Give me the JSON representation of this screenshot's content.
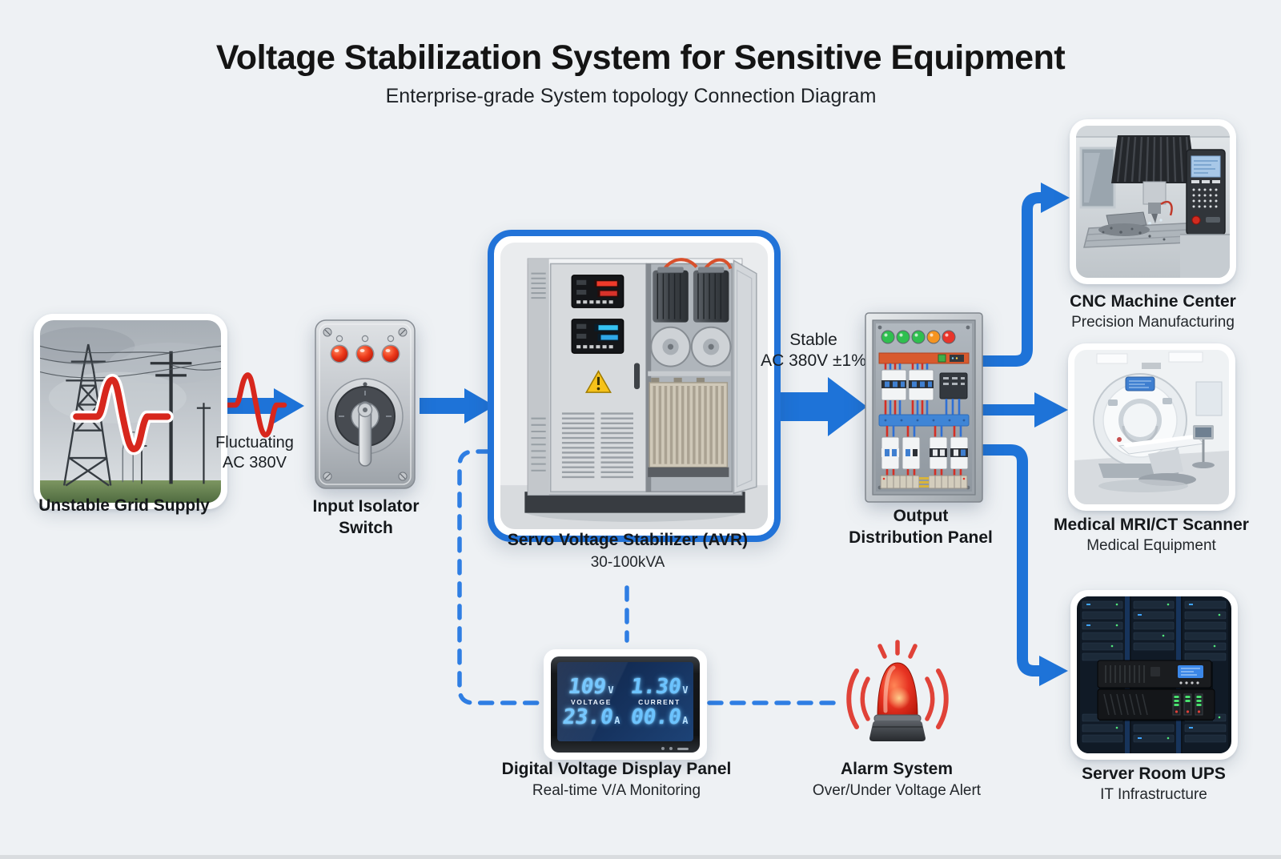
{
  "header": {
    "title": "Voltage Stabilization System for Sensitive Equipment",
    "subtitle": "Enterprise-grade System topology Connection Diagram"
  },
  "colors": {
    "background": "#eef1f4",
    "accent_blue": "#1e73d8",
    "dash_blue": "#2f7ee3",
    "alert_red": "#d7271d",
    "card_white": "#ffffff",
    "display_digit_blue": "#6cc3ff"
  },
  "flow": {
    "fluctuating_line1": "Fluctuating",
    "fluctuating_line2": "AC 380V",
    "stable_line1": "Stable",
    "stable_line2": "AC 380V ±1%"
  },
  "nodes": {
    "grid_supply": {
      "label": "Unstable Grid Supply"
    },
    "isolator": {
      "label_line1": "Input Isolator",
      "label_line2": "Switch"
    },
    "avr": {
      "label": "Servo Voltage Stabilizer (AVR)",
      "sublabel": "30-100kVA"
    },
    "distribution": {
      "label_line1": "Output",
      "label_line2": "Distribution Panel"
    },
    "cnc": {
      "label": "CNC Machine Center",
      "sublabel": "Precision Manufacturing"
    },
    "mri": {
      "label": "Medical MRI/CT Scanner",
      "sublabel": "Medical Equipment"
    },
    "ups": {
      "label": "Server Room UPS",
      "sublabel": "IT Infrastructure"
    },
    "display": {
      "label": "Digital Voltage Display Panel",
      "sublabel": "Real-time V/A Monitoring",
      "left": {
        "top_value": "109",
        "top_unit": "V",
        "caption": "VOLTAGE",
        "bottom_value": "23.0",
        "bottom_unit": "A"
      },
      "right": {
        "top_value": "1.30",
        "top_unit": "V",
        "caption": "CURRENT",
        "bottom_value": "00.0",
        "bottom_unit": "A"
      }
    },
    "alarm": {
      "label": "Alarm System",
      "sublabel": "Over/Under Voltage Alert"
    }
  },
  "icons": {
    "grid_supply": "power-transmission-lines-photo",
    "fluctuation": "voltage-spike-wave-icon",
    "isolator": "rotary-isolator-switch",
    "avr": "stabilizer-cabinet-photo",
    "distribution": "breaker-distribution-panel",
    "cnc": "cnc-milling-machine-photo",
    "mri": "ct-scanner-photo",
    "ups": "server-rack-ups-photo",
    "display": "seven-segment-meter",
    "alarm": "siren-beacon-icon",
    "flow_arrow": "arrow-right-icon"
  }
}
